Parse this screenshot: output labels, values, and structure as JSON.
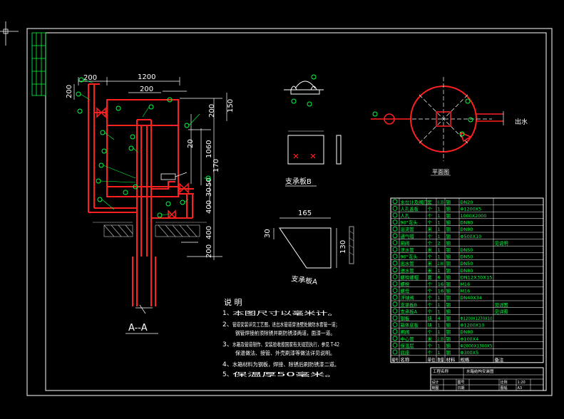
{
  "colors": {
    "background": "#000000",
    "frame": "#ffffff",
    "pipe": "#ff2020",
    "balloon": "#00ff40",
    "text_white": "#ffffff",
    "text_green": "#00ff40",
    "hatch": "#c8c8c8",
    "cyan": "#00e0ff",
    "magenta": "#ff00ff"
  },
  "section_view": {
    "label": "A--A",
    "dims": {
      "d200_top_left": "200",
      "d1200": "1200",
      "d200_inner": "200",
      "d200_left_vert": "200",
      "d150": "150",
      "d200_right": "200",
      "d20": "20",
      "d1060": "1060",
      "d170": "170",
      "d50": "50",
      "d30": "30",
      "d400_a": "400",
      "d400_b": "400",
      "d200_bottom": "200"
    }
  },
  "bracket_b": {
    "label": "支承板B"
  },
  "bracket_a": {
    "label": "支承板A",
    "dims": {
      "width": "165",
      "left": "30",
      "height": "130"
    }
  },
  "plan_view": {
    "label": "平面图",
    "right_note": "出水"
  },
  "notes": {
    "title": "说  明",
    "items": [
      {
        "num": "1、",
        "text": "本图尺寸以毫米计。"
      },
      {
        "num": "2、",
        "text": "管道安装详见工艺图，进出水管道穿池壁处做防水套管一道；"
      },
      {
        "num": "",
        "text": "钢管焊接前须除锈并刷防锈漆两道，面漆一道。"
      },
      {
        "num": "3、",
        "text": "水箱及管道制作、安装验收按国家有关规范执行，参见 T-42"
      },
      {
        "num": "",
        "text": "保温做法、接管、外壳刷漆等做法详见说明。"
      },
      {
        "num": "4、",
        "text": "水箱材料为钢板，焊接、除锈后刷防锈漆二道。"
      },
      {
        "num": "5、",
        "text": "保温厚50毫米。"
      }
    ]
  },
  "parts_table": {
    "header": [
      "编号",
      "名称",
      "单位",
      "数量",
      "材料",
      "规格",
      "备注"
    ],
    "rows": [
      [
        "20",
        "水位计及阀门",
        "套",
        "0.35",
        "钢",
        "DN20",
        ""
      ],
      [
        "19",
        "人孔盖板",
        "个",
        "1",
        "钢",
        "Φ1200X5",
        ""
      ],
      [
        "18",
        "人孔",
        "个",
        "1",
        "钢",
        "1000X2000",
        ""
      ],
      [
        "17",
        "90°弯头",
        "个",
        "1",
        "钢",
        "DN80",
        ""
      ],
      [
        "16",
        "溢流管",
        "米",
        "1",
        "钢",
        "DN80",
        ""
      ],
      [
        "15",
        "通气帽",
        "个",
        "1",
        "钢",
        "Φ500X10",
        ""
      ],
      [
        "14",
        "闸阀",
        "个",
        "2",
        "钢",
        "",
        "见说明"
      ],
      [
        "13",
        "泄水管",
        "米",
        "1",
        "钢",
        "DN50",
        ""
      ],
      [
        "12",
        "90°弯头",
        "个",
        "1",
        "钢",
        "DN50",
        ""
      ],
      [
        "11",
        "出水管",
        "米",
        "2.80",
        "钢",
        "DN50",
        ""
      ],
      [
        "10",
        "进水管",
        "米",
        "1",
        "钢",
        "DN80",
        ""
      ],
      [
        "9",
        "螺栓螺帽",
        "套",
        "6",
        "钢",
        "DN12X30X15",
        ""
      ],
      [
        "8",
        "螺栓",
        "个",
        "16",
        "钢",
        "M16",
        ""
      ],
      [
        "7",
        "螺母",
        "个",
        "16",
        "钢",
        "M16",
        ""
      ],
      [
        "6",
        "浮球阀",
        "个",
        "1",
        "钢",
        "DN40X34",
        ""
      ],
      [
        "5",
        "支承板B",
        "个",
        "1",
        "钢",
        "",
        "见详图"
      ],
      [
        "4",
        "支承板A",
        "个",
        "1",
        "钢",
        "",
        "见详图"
      ],
      [
        "3",
        "钢板",
        "块",
        "4",
        "钢",
        "Φ1200X1270X10",
        ""
      ],
      [
        "2",
        "箱体底板",
        "块",
        "1",
        "钢",
        "Φ1200X10",
        ""
      ],
      [
        "1",
        "闸阀",
        "个",
        "1",
        "钢",
        "DN80",
        ""
      ],
      [
        "",
        "中心管",
        "米",
        "2.35",
        "钢",
        "Φ100X4",
        ""
      ],
      [
        "",
        "保温层",
        "个",
        "1",
        "钢",
        "Φ2000X1300X5",
        ""
      ],
      [
        "",
        "底座",
        "个",
        "1",
        "钢",
        "Φ300X5",
        ""
      ]
    ]
  },
  "title_block": {
    "project": "工程名称",
    "drawing": "水箱结构安装图",
    "rows": [
      [
        "设计",
        "",
        "图号",
        "",
        "比例",
        "1:20"
      ],
      [
        "制图",
        "",
        "日期",
        "",
        "图幅",
        "A3"
      ],
      [
        "审核",
        "",
        "",
        "",
        "页数",
        "1"
      ]
    ]
  }
}
